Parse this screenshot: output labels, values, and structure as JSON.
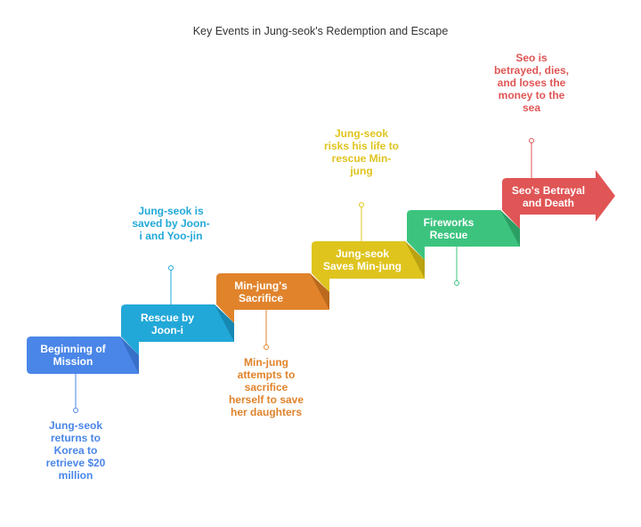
{
  "title": "Key Events in Jung-seok's Redemption and Escape",
  "colors": {
    "blue": "#4a86e8",
    "cyan": "#22a8d8",
    "orange": "#e0832b",
    "yellow": "#dfc41e",
    "green": "#3cc47f",
    "red": "#e05555"
  },
  "steps": [
    {
      "label": "Beginning of\nMission",
      "description": "Jung-seok\nreturns to\nKorea to\nretrieve $20\nmillion"
    },
    {
      "label": "Rescue by\nJoon-i",
      "description": "Jung-seok is\nsaved by Joon-\ni and Yoo-jin"
    },
    {
      "label": "Min-jung's\nSacrifice",
      "description": "Min-jung\nattempts to\nsacrifice\nherself to save\nher daughters"
    },
    {
      "label": "Jung-seok\nSaves Min-jung",
      "description": "Jung-seok\nrisks his life to\nrescue Min-\njung"
    },
    {
      "label": "Fireworks\nRescue",
      "description": ""
    },
    {
      "label": "Seo's Betrayal\nand Death",
      "description": "Seo is\nbetrayed, dies,\nand loses the\nmoney to the\nsea"
    }
  ]
}
